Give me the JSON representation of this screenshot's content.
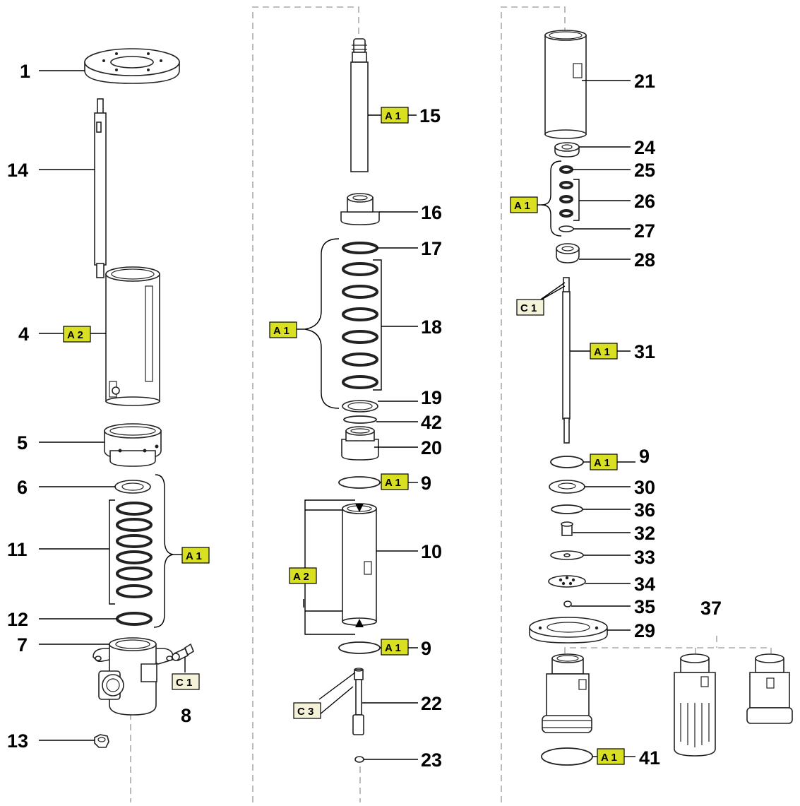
{
  "colors": {
    "tag_a": "#d9e021",
    "tag_c": "#f4f2d8",
    "dashed_frame": "#aaaaaa",
    "line": "#000000"
  },
  "callouts": {
    "p1": "1",
    "p14": "14",
    "p4": "4",
    "p5": "5",
    "p6": "6",
    "p11": "11",
    "p12": "12",
    "p7": "7",
    "p8": "8",
    "p13": "13",
    "p15": "15",
    "p16": "16",
    "p17": "17",
    "p18": "18",
    "p19": "19",
    "p42": "42",
    "p20": "20",
    "p9a": "9",
    "p10": "10",
    "p9b": "9",
    "p22": "22",
    "p23": "23",
    "p21": "21",
    "p24": "24",
    "p25": "25",
    "p26": "26",
    "p27": "27",
    "p28": "28",
    "p31": "31",
    "p9c": "9",
    "p30": "30",
    "p36": "36",
    "p32": "32",
    "p33": "33",
    "p34": "34",
    "p35": "35",
    "p37": "37",
    "p29": "29",
    "p41": "41"
  },
  "tags": {
    "a2_left": "A 2",
    "a1_left": "A 1",
    "c1_left": "C 1",
    "a1_15": "A 1",
    "a1_mid": "A 1",
    "a1_9top": "A 1",
    "a2_mid": "A 2",
    "a1_9bot": "A 1",
    "c3_mid": "C 3",
    "a1_right": "A 1",
    "c1_right": "C 1",
    "a1_31": "A 1",
    "a1_9right": "A 1",
    "a1_41": "A 1"
  }
}
